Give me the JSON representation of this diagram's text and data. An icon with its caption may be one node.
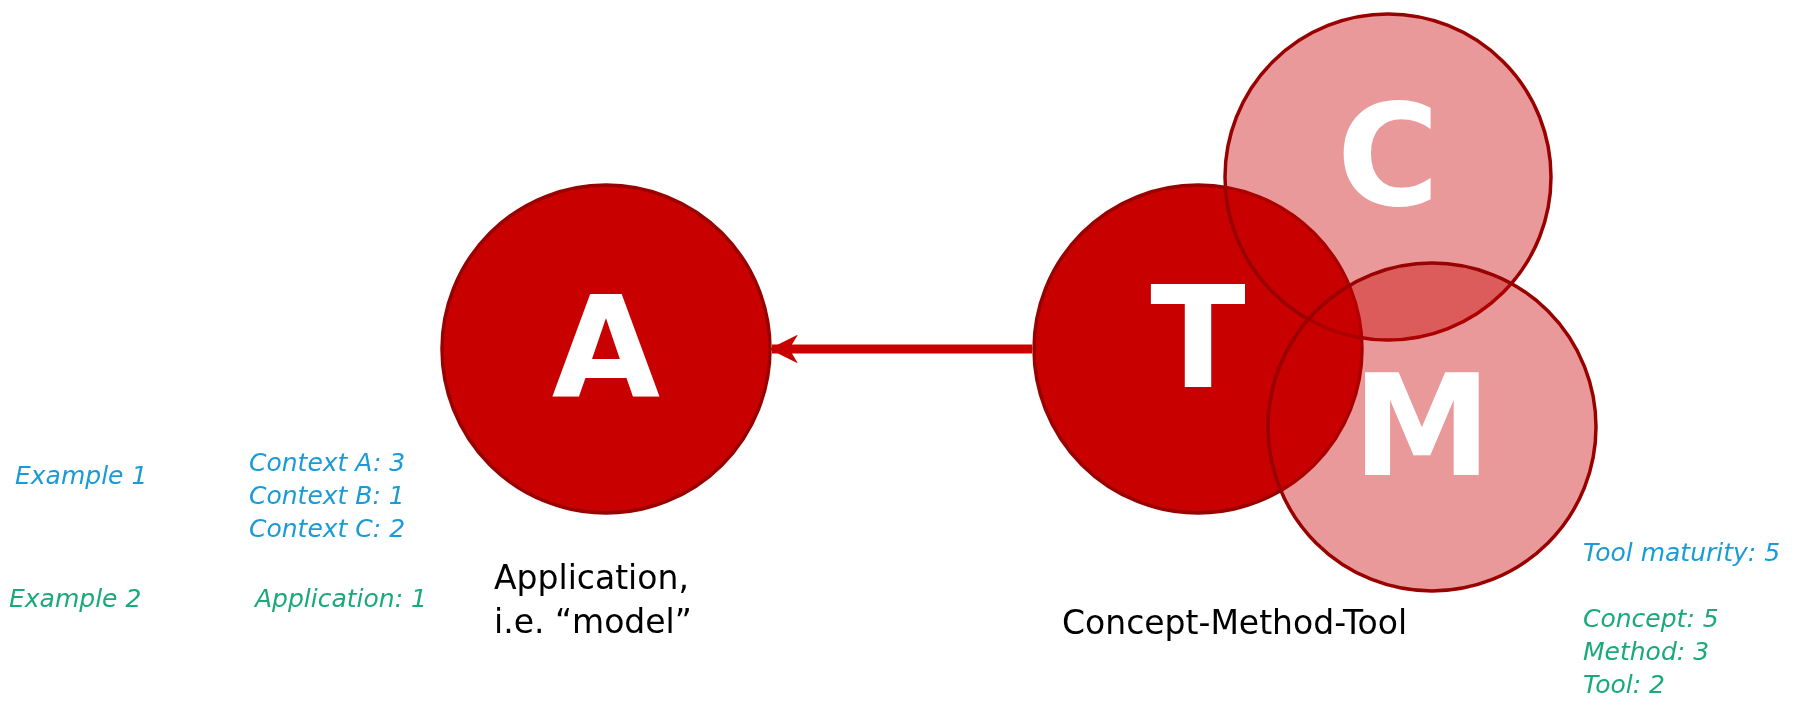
{
  "diagram": {
    "nodes": [
      {
        "text": [
          "A"
        ],
        "beside": [
          "Application, i.e. “model”"
        ]
      },
      {
        "text": [
          "C"
        ]
      },
      {
        "text": [
          "T"
        ]
      },
      {
        "text": [
          "M"
        ]
      }
    ],
    "edges": [
      {
        "from": 2,
        "to": 0,
        "arrow": "to"
      }
    ],
    "labels": [
      "Example 1",
      "Context A: 3",
      "Context B: 1",
      "Context C: 2",
      "Example 2",
      "Application: 1",
      "Concept-Method-Tool",
      "Tool maturity: 5",
      "Concept: 5",
      "Method: 3",
      "Tool: 2"
    ]
  }
}
